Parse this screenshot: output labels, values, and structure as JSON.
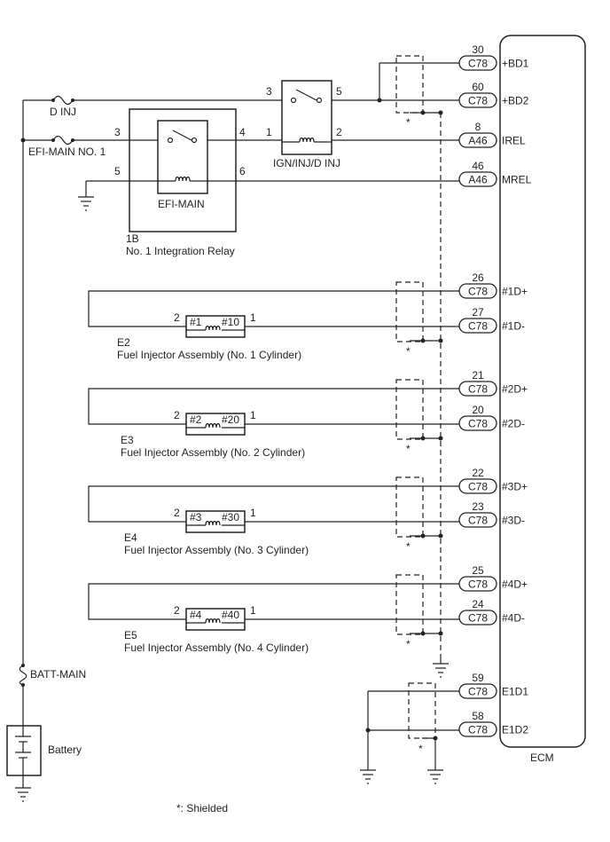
{
  "diagram": {
    "ecm_label": "ECM",
    "footnote": "*: Shielded",
    "shield_mark": "*",
    "battery": {
      "fuse": "BATT-MAIN",
      "label": "Battery"
    },
    "fuses": {
      "d_inj": "D INJ",
      "efi_main": "EFI-MAIN NO. 1"
    },
    "integration_relay": {
      "code": "1B",
      "name": "No. 1 Integration Relay",
      "inner_relay": "EFI-MAIN",
      "pins": [
        "3",
        "4",
        "5",
        "6"
      ]
    },
    "ign_relay": {
      "name": "IGN/INJ/D INJ",
      "pins": [
        "3",
        "5",
        "1",
        "2"
      ]
    },
    "ecm_terminals": [
      {
        "pin": "30",
        "conn": "C78",
        "signal": "+BD1"
      },
      {
        "pin": "60",
        "conn": "C78",
        "signal": "+BD2"
      },
      {
        "pin": "8",
        "conn": "A46",
        "signal": "IREL"
      },
      {
        "pin": "46",
        "conn": "A46",
        "signal": "MREL"
      },
      {
        "pin": "26",
        "conn": "C78",
        "signal": "#1D+"
      },
      {
        "pin": "27",
        "conn": "C78",
        "signal": "#1D-"
      },
      {
        "pin": "21",
        "conn": "C78",
        "signal": "#2D+"
      },
      {
        "pin": "20",
        "conn": "C78",
        "signal": "#2D-"
      },
      {
        "pin": "22",
        "conn": "C78",
        "signal": "#3D+"
      },
      {
        "pin": "23",
        "conn": "C78",
        "signal": "#3D-"
      },
      {
        "pin": "25",
        "conn": "C78",
        "signal": "#4D+"
      },
      {
        "pin": "24",
        "conn": "C78",
        "signal": "#4D-"
      },
      {
        "pin": "59",
        "conn": "C78",
        "signal": "E1D1"
      },
      {
        "pin": "58",
        "conn": "C78",
        "signal": "E1D2"
      }
    ],
    "injectors": [
      {
        "code": "E2",
        "name": "Fuel Injector Assembly (No. 1 Cylinder)",
        "left": "#1",
        "right": "#10",
        "pin_l": "2",
        "pin_r": "1"
      },
      {
        "code": "E3",
        "name": "Fuel Injector Assembly (No. 2 Cylinder)",
        "left": "#2",
        "right": "#20",
        "pin_l": "2",
        "pin_r": "1"
      },
      {
        "code": "E4",
        "name": "Fuel Injector Assembly (No. 3 Cylinder)",
        "left": "#3",
        "right": "#30",
        "pin_l": "2",
        "pin_r": "1"
      },
      {
        "code": "E5",
        "name": "Fuel Injector Assembly (No. 4 Cylinder)",
        "left": "#4",
        "right": "#40",
        "pin_l": "2",
        "pin_r": "1"
      }
    ]
  }
}
